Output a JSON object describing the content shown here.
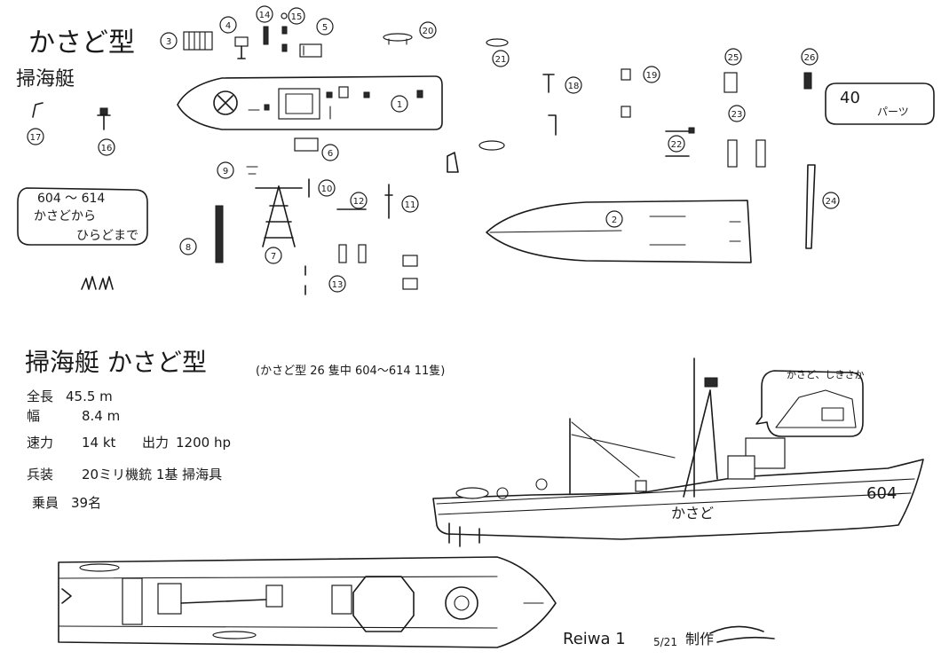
{
  "sheet": {
    "title_top": "かさど型",
    "subtitle_top": "掃海艇",
    "range_note": [
      "604 〜 614",
      "かさどから",
      "ひらどまで"
    ],
    "parts_count": "40",
    "parts_label": "パーツ",
    "part_numbers": [
      "1",
      "2",
      "3",
      "4",
      "5",
      "6",
      "7",
      "8",
      "9",
      "10",
      "11",
      "12",
      "13",
      "14",
      "15",
      "16",
      "17",
      "18",
      "19",
      "20",
      "21",
      "22",
      "23",
      "24",
      "25",
      "26"
    ],
    "spec_heading": "掃海艇 かさど型",
    "spec_heading_note": "(かさど型 26 隻中 604〜614 11隻)",
    "specs": [
      {
        "label": "全長",
        "value": "45.5 m"
      },
      {
        "label": "幅",
        "value": "8.4 m"
      },
      {
        "label": "速力",
        "value": "14 kt"
      },
      {
        "label": "出力",
        "value": "1200 hp"
      },
      {
        "label": "兵装",
        "value": "20ミリ機銃 1基 掃海具"
      },
      {
        "label": "乗員",
        "value": "39名"
      }
    ],
    "inset_caption": "かさど、しきさか",
    "hull_number": "604",
    "ship_name": "かさど",
    "footer_date": "Reiwa 1",
    "footer_day": "5/21",
    "footer_signature": "制作"
  },
  "colors": {
    "ink": "#1a1a1a",
    "paper": "#ffffff"
  }
}
